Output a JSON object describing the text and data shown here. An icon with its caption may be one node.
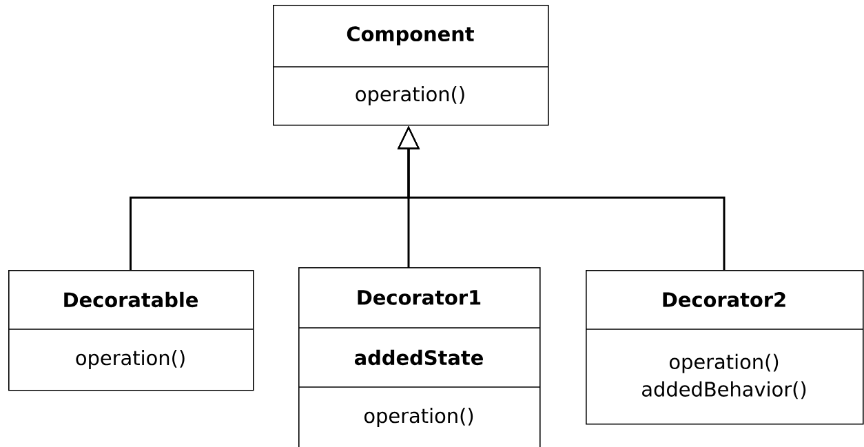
{
  "diagram": {
    "nodes": [
      {
        "text": [
          "Component",
          "operation()"
        ]
      },
      {
        "text": [
          "Decoratable",
          "operation()"
        ]
      },
      {
        "text": [
          "Decorator1",
          "addedState",
          "operation()"
        ]
      },
      {
        "text": [
          "Decorator2",
          "operation()",
          "addedBehavior()"
        ]
      }
    ],
    "edges": [
      {
        "from": 1,
        "to": 0,
        "arrow": "to"
      },
      {
        "from": 2,
        "to": 0,
        "arrow": "to"
      },
      {
        "from": 3,
        "to": 0,
        "arrow": "to"
      }
    ]
  }
}
